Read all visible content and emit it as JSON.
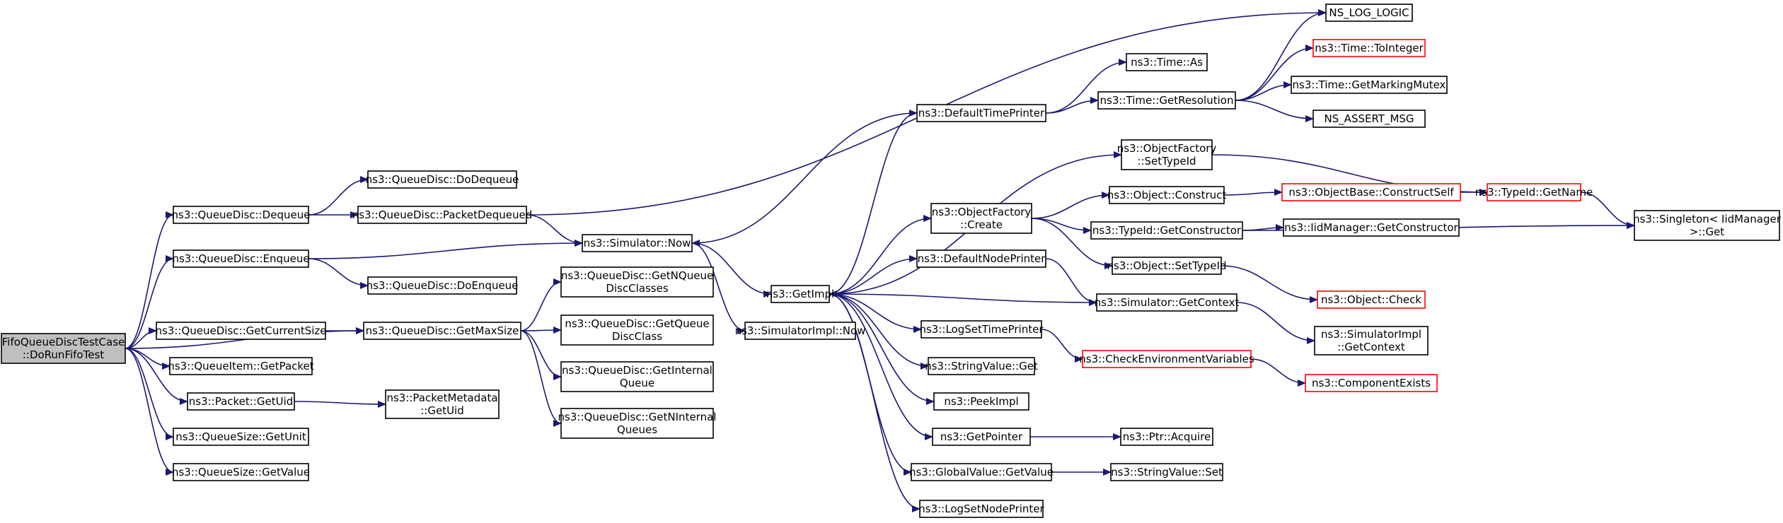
{
  "colors": {
    "edge": "#191970",
    "node_border": "#000000",
    "node_border_truncated": "#ff0000",
    "node_fill": "#ffffff",
    "root_fill": "#bfbfbf",
    "text": "#000000"
  },
  "nodes": [
    {
      "id": "root",
      "lines": [
        "FifoQueueDiscTestCase",
        "::DoRunFifoTest"
      ],
      "root": true
    },
    {
      "id": "qd_dequeue",
      "lines": [
        "ns3::QueueDisc::Dequeue"
      ]
    },
    {
      "id": "qd_enqueue",
      "lines": [
        "ns3::QueueDisc::Enqueue"
      ]
    },
    {
      "id": "qd_getcurrentsize",
      "lines": [
        "ns3::QueueDisc::GetCurrentSize"
      ]
    },
    {
      "id": "qi_getpacket",
      "lines": [
        "ns3::QueueItem::GetPacket"
      ]
    },
    {
      "id": "packet_getuid",
      "lines": [
        "ns3::Packet::GetUid"
      ]
    },
    {
      "id": "qs_getunit",
      "lines": [
        "ns3::QueueSize::GetUnit"
      ]
    },
    {
      "id": "qs_getvalue",
      "lines": [
        "ns3::QueueSize::GetValue"
      ]
    },
    {
      "id": "qd_dodequeue",
      "lines": [
        "ns3::QueueDisc::DoDequeue"
      ]
    },
    {
      "id": "qd_packetdequeued",
      "lines": [
        "ns3::QueueDisc::PacketDequeued"
      ]
    },
    {
      "id": "qd_doenqueue",
      "lines": [
        "ns3::QueueDisc::DoEnqueue"
      ]
    },
    {
      "id": "qd_getmaxsize",
      "lines": [
        "ns3::QueueDisc::GetMaxSize"
      ]
    },
    {
      "id": "pm_getuid",
      "lines": [
        "ns3::PacketMetadata",
        "::GetUid"
      ]
    },
    {
      "id": "sim_now",
      "lines": [
        "ns3::Simulator::Now"
      ]
    },
    {
      "id": "qd_getnqueuediscclasses",
      "lines": [
        "ns3::QueueDisc::GetNQueue",
        "DiscClasses"
      ]
    },
    {
      "id": "qd_getqueuediscclass",
      "lines": [
        "ns3::QueueDisc::GetQueue",
        "DiscClass"
      ]
    },
    {
      "id": "qd_getinternalqueue",
      "lines": [
        "ns3::QueueDisc::GetInternal",
        "Queue"
      ]
    },
    {
      "id": "qd_getninternalqueues",
      "lines": [
        "ns3::QueueDisc::GetNInternal",
        "Queues"
      ]
    },
    {
      "id": "getimpl",
      "lines": [
        "ns3::GetImpl"
      ]
    },
    {
      "id": "simimpl_now",
      "lines": [
        "ns3::SimulatorImpl::Now"
      ]
    },
    {
      "id": "defaulttimeprinter",
      "lines": [
        "ns3::DefaultTimePrinter"
      ]
    },
    {
      "id": "of_create",
      "lines": [
        "ns3::ObjectFactory",
        "::Create"
      ]
    },
    {
      "id": "defaultnodeprinter",
      "lines": [
        "ns3::DefaultNodePrinter"
      ]
    },
    {
      "id": "logsettimeprinter",
      "lines": [
        "ns3::LogSetTimePrinter"
      ]
    },
    {
      "id": "stringvalue_get",
      "lines": [
        "ns3::StringValue::Get"
      ]
    },
    {
      "id": "peekimpl",
      "lines": [
        "ns3::PeekImpl"
      ]
    },
    {
      "id": "getpointer",
      "lines": [
        "ns3::GetPointer"
      ]
    },
    {
      "id": "gv_getvalue",
      "lines": [
        "ns3::GlobalValue::GetValue"
      ]
    },
    {
      "id": "logsetnodeprinter",
      "lines": [
        "ns3::LogSetNodePrinter"
      ]
    },
    {
      "id": "time_as",
      "lines": [
        "ns3::Time::As"
      ]
    },
    {
      "id": "time_getresolution",
      "lines": [
        "ns3::Time::GetResolution"
      ]
    },
    {
      "id": "of_settypeid",
      "lines": [
        "ns3::ObjectFactory",
        "::SetTypeId"
      ]
    },
    {
      "id": "object_construct",
      "lines": [
        "ns3::Object::Construct"
      ]
    },
    {
      "id": "typeid_getconstructor",
      "lines": [
        "ns3::TypeId::GetConstructor"
      ]
    },
    {
      "id": "object_settypeid",
      "lines": [
        "ns3::Object::SetTypeId"
      ]
    },
    {
      "id": "sim_getcontext",
      "lines": [
        "ns3::Simulator::GetContext"
      ]
    },
    {
      "id": "checkenvvars",
      "lines": [
        "ns3::CheckEnvironmentVariables"
      ],
      "truncated": true
    },
    {
      "id": "ptr_acquire",
      "lines": [
        "ns3::Ptr::Acquire"
      ]
    },
    {
      "id": "stringvalue_set",
      "lines": [
        "ns3::StringValue::Set"
      ]
    },
    {
      "id": "ns_log_logic",
      "lines": [
        "NS_LOG_LOGIC"
      ]
    },
    {
      "id": "time_tointeger",
      "lines": [
        "ns3::Time::ToInteger"
      ],
      "truncated": true
    },
    {
      "id": "time_getmarkingmutex",
      "lines": [
        "ns3::Time::GetMarkingMutex"
      ]
    },
    {
      "id": "ns_assert_msg",
      "lines": [
        "NS_ASSERT_MSG"
      ]
    },
    {
      "id": "objectbase_constructself",
      "lines": [
        "ns3::ObjectBase::ConstructSelf"
      ],
      "truncated": true
    },
    {
      "id": "iidmanager_getconstructor",
      "lines": [
        "ns3::IidManager::GetConstructor"
      ]
    },
    {
      "id": "object_check",
      "lines": [
        "ns3::Object::Check"
      ],
      "truncated": true
    },
    {
      "id": "simimpl_getcontext",
      "lines": [
        "ns3::SimulatorImpl",
        "::GetContext"
      ]
    },
    {
      "id": "componentexists",
      "lines": [
        "ns3::ComponentExists"
      ],
      "truncated": true
    },
    {
      "id": "typeid_getname",
      "lines": [
        "ns3::TypeId::GetName"
      ],
      "truncated": true
    },
    {
      "id": "singleton_get",
      "lines": [
        "ns3::Singleton< IidManager",
        " >::Get"
      ]
    }
  ],
  "edges": [
    [
      "root",
      "qd_dequeue"
    ],
    [
      "root",
      "qd_enqueue"
    ],
    [
      "root",
      "qd_getmaxsize"
    ],
    [
      "root",
      "qd_getcurrentsize"
    ],
    [
      "root",
      "qi_getpacket"
    ],
    [
      "root",
      "packet_getuid"
    ],
    [
      "root",
      "qs_getunit"
    ],
    [
      "root",
      "qs_getvalue"
    ],
    [
      "qd_dequeue",
      "qd_dodequeue"
    ],
    [
      "qd_dequeue",
      "qd_packetdequeued"
    ],
    [
      "qd_packetdequeued",
      "ns_log_logic"
    ],
    [
      "qd_packetdequeued",
      "sim_now"
    ],
    [
      "qd_enqueue",
      "sim_now"
    ],
    [
      "qd_enqueue",
      "qd_doenqueue"
    ],
    [
      "qd_getcurrentsize",
      "qd_getmaxsize"
    ],
    [
      "qd_getmaxsize",
      "qd_getnqueuediscclasses"
    ],
    [
      "qd_getmaxsize",
      "qd_getqueuediscclass"
    ],
    [
      "qd_getmaxsize",
      "qd_getinternalqueue"
    ],
    [
      "qd_getmaxsize",
      "qd_getninternalqueues"
    ],
    [
      "packet_getuid",
      "pm_getuid"
    ],
    [
      "sim_now",
      "getimpl"
    ],
    [
      "sim_now",
      "simimpl_now"
    ],
    [
      "getimpl",
      "defaulttimeprinter"
    ],
    [
      "getimpl",
      "of_settypeid"
    ],
    [
      "getimpl",
      "of_create"
    ],
    [
      "getimpl",
      "defaultnodeprinter"
    ],
    [
      "getimpl",
      "logsettimeprinter"
    ],
    [
      "getimpl",
      "stringvalue_get"
    ],
    [
      "getimpl",
      "peekimpl"
    ],
    [
      "getimpl",
      "getpointer"
    ],
    [
      "getimpl",
      "gv_getvalue"
    ],
    [
      "getimpl",
      "logsetnodeprinter"
    ],
    [
      "defaulttimeprinter",
      "sim_now"
    ],
    [
      "defaulttimeprinter",
      "time_as"
    ],
    [
      "defaulttimeprinter",
      "time_getresolution"
    ],
    [
      "time_getresolution",
      "ns_log_logic"
    ],
    [
      "time_getresolution",
      "time_tointeger"
    ],
    [
      "time_getresolution",
      "time_getmarkingmutex"
    ],
    [
      "time_getresolution",
      "ns_assert_msg"
    ],
    [
      "of_settypeid",
      "typeid_getname"
    ],
    [
      "of_create",
      "object_construct"
    ],
    [
      "of_create",
      "typeid_getconstructor"
    ],
    [
      "of_create",
      "object_settypeid"
    ],
    [
      "object_construct",
      "objectbase_constructself"
    ],
    [
      "objectbase_constructself",
      "typeid_getname"
    ],
    [
      "typeid_getconstructor",
      "iidmanager_getconstructor"
    ],
    [
      "typeid_getconstructor",
      "singleton_get"
    ],
    [
      "typeid_getname",
      "singleton_get"
    ],
    [
      "object_settypeid",
      "object_check"
    ],
    [
      "defaultnodeprinter",
      "sim_getcontext"
    ],
    [
      "sim_getcontext",
      "getimpl"
    ],
    [
      "sim_getcontext",
      "simimpl_getcontext"
    ],
    [
      "logsettimeprinter",
      "checkenvvars"
    ],
    [
      "checkenvvars",
      "componentexists"
    ],
    [
      "getpointer",
      "ptr_acquire"
    ],
    [
      "gv_getvalue",
      "stringvalue_set"
    ]
  ]
}
